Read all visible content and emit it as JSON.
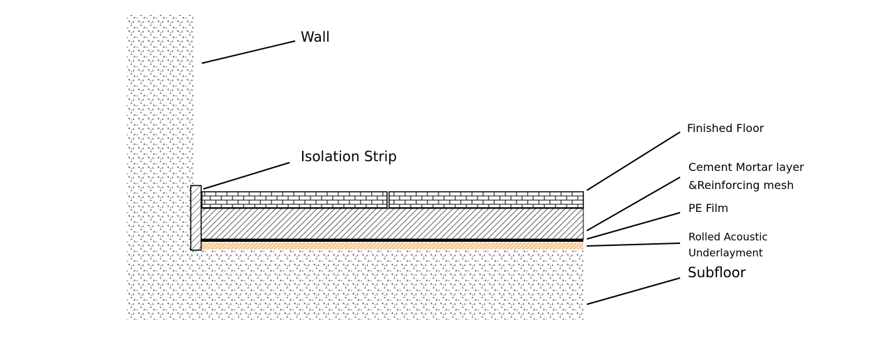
{
  "labels": {
    "wall": "Wall",
    "isolation_strip": "Isolation Strip",
    "finished_floor": "Finished Floor",
    "cement_line1": "Cement Mortar layer",
    "cement_line2": "&Reinforcing mesh",
    "pe_film": "PE Film",
    "underlay_line1": "Rolled Acoustic",
    "underlay_line2": "Underlayment",
    "subfloor": "Subfloor"
  },
  "colors": {
    "ink": "#000000",
    "concrete_dots": "#555555",
    "mortar_hatch": "#333333",
    "underlayment": "#f0a050",
    "background": "#ffffff"
  }
}
